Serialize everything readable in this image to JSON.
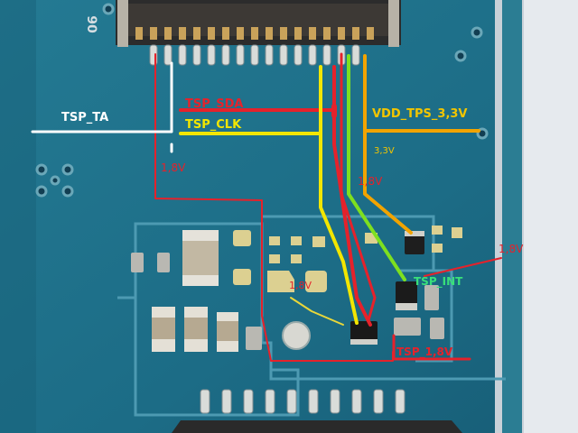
{
  "board": {
    "connector_marking": "06"
  },
  "labels": {
    "tsp_sda": "TSP_SDA",
    "tsp_clk": "TSP_CLK",
    "tsp_ta": "TSP_TA",
    "vdd_tps": "VDD_TPS_3,3V",
    "v33": "3,3V",
    "v18_left": "1,8V",
    "v18_mid": "1,8V",
    "v18_right": "1,8V",
    "v18_lower": "1,8V",
    "tsp_int": "TSP_INT",
    "tsp_18v": "TSP_1,8V"
  },
  "colors": {
    "sda": "#e5222b",
    "clk": "#f2e600",
    "ta": "#ffffff",
    "vdd": "#f2a400",
    "int": "#7ee01f",
    "int_label": "#39e07a",
    "pcb": "#1d6f88"
  }
}
